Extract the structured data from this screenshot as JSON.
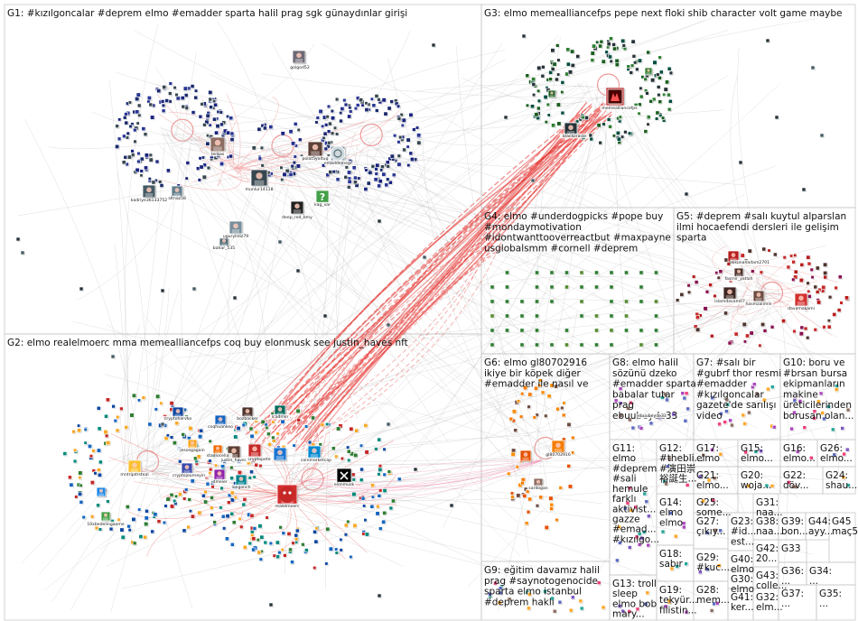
{
  "groups": [
    {
      "id": "G1",
      "lines": [
        "G1: #kızılgoncalar #deprem elmo #emadder sparta halil prag sgk günaydınlar girişi"
      ]
    },
    {
      "id": "G2",
      "lines": [
        "G2: elmo realelmoerc mma memealliancefps coq buy elonmusk see justin_haves nft"
      ]
    },
    {
      "id": "G3",
      "lines": [
        "G3: elmo memealliancefps pepe next floki shib character volt game maybe"
      ]
    },
    {
      "id": "G4",
      "lines": [
        "G4: elmo #underdogpicks #pope buy",
        "#mondaymotivation",
        "#idontwanttooverreactbut #maxpayne",
        "usglobalsmm #cornell #deprem"
      ]
    },
    {
      "id": "G5",
      "lines": [
        "G5: #deprem #salı kuytul alparslan",
        "ilmi hocaefendi dersleri ile gelişim",
        "sparta"
      ]
    },
    {
      "id": "G6",
      "lines": [
        "G6: elmo gl80702916",
        "ikiye bir köpek diğer",
        "#emadder ile nasıl ve"
      ]
    },
    {
      "id": "G7",
      "lines": [
        "G7: #salı bir",
        "#gubrf thor resmi",
        "#emadder",
        "#kızılgoncalar",
        "gazete'de sarılışı",
        "video"
      ]
    },
    {
      "id": "G8",
      "lines": [
        "G8: elmo halil",
        "sözünü dzeko",
        "#emadder sparta",
        "babalar tutar",
        "prag",
        "ebuubeyde33"
      ]
    },
    {
      "id": "G9",
      "lines": [
        "G9: eğitim davamız halil",
        "prag #saynotogenocide",
        "sparta elmo istanbul",
        "#deprem haklı"
      ]
    },
    {
      "id": "G10",
      "lines": [
        "G10: boru ve",
        "#brsan bursa",
        "ekipmanların",
        "makine",
        "üreticilerinden",
        "borusan olan..."
      ]
    },
    {
      "id": "G11",
      "lines": [
        "G11:",
        "elmo",
        "#deprem",
        "#sali",
        "hemule",
        "farklı",
        "aktivist...",
        "gazze",
        "#emad...",
        "#kızılgo..."
      ]
    },
    {
      "id": "G12",
      "lines": [
        "G12:",
        "#thebli...",
        "#演田崇",
        "裕誕生..."
      ]
    },
    {
      "id": "G13",
      "lines": [
        "G13: troll",
        "sleep",
        "elmo bob",
        "mary..."
      ]
    },
    {
      "id": "G14",
      "lines": [
        "G14:",
        "elmo",
        "elmo"
      ]
    },
    {
      "id": "G15",
      "lines": [
        "G15:",
        "elmo..."
      ]
    },
    {
      "id": "G16",
      "lines": [
        "G16:",
        "elmo..."
      ]
    },
    {
      "id": "G17",
      "lines": [
        "G17:",
        "elmo"
      ]
    },
    {
      "id": "G18",
      "lines": [
        "G18:",
        "sabır"
      ]
    },
    {
      "id": "G19",
      "lines": [
        "G19:",
        "tekyür...",
        "filistin..."
      ]
    },
    {
      "id": "G20",
      "lines": [
        "G20:",
        "woja..."
      ]
    },
    {
      "id": "G21",
      "lines": [
        "G21:",
        "elmo..."
      ]
    },
    {
      "id": "G22",
      "lines": [
        "G22:",
        "döv..."
      ]
    },
    {
      "id": "G23",
      "lines": [
        "G23:",
        "#id...",
        "est..."
      ]
    },
    {
      "id": "G24",
      "lines": [
        "G24:",
        "shau..."
      ]
    },
    {
      "id": "G25",
      "lines": [
        "G25:",
        "some..."
      ]
    },
    {
      "id": "G26",
      "lines": [
        "G26:",
        "elmo..."
      ]
    },
    {
      "id": "G27",
      "lines": [
        "G27:",
        "çıkıy..."
      ]
    },
    {
      "id": "G28",
      "lines": [
        "G28:",
        "mem..."
      ]
    },
    {
      "id": "G29",
      "lines": [
        "G29:",
        "#kuc..."
      ]
    },
    {
      "id": "G30",
      "lines": [
        "G30:",
        "elmo"
      ]
    },
    {
      "id": "G31",
      "lines": [
        "G31:",
        "naa..."
      ]
    },
    {
      "id": "G32",
      "lines": [
        "G32:",
        "elm..."
      ]
    },
    {
      "id": "G33",
      "lines": [
        "G33"
      ]
    },
    {
      "id": "G34",
      "lines": [
        "G34:",
        "..."
      ]
    },
    {
      "id": "G35",
      "lines": [
        "G35:",
        "..."
      ]
    },
    {
      "id": "G36",
      "lines": [
        "G36:",
        "..."
      ]
    },
    {
      "id": "G37",
      "lines": [
        "G37:",
        "..."
      ]
    },
    {
      "id": "G38",
      "lines": [
        "G38:",
        "naa..."
      ]
    },
    {
      "id": "G39",
      "lines": [
        "G39:",
        "bon..."
      ]
    },
    {
      "id": "G40",
      "lines": [
        "G40:",
        "elmo"
      ]
    },
    {
      "id": "G41",
      "lines": [
        "G41:",
        "ker..."
      ]
    },
    {
      "id": "G42",
      "lines": [
        "G42:",
        "20..."
      ]
    },
    {
      "id": "G43",
      "lines": [
        "G43:",
        "colle..."
      ]
    },
    {
      "id": "G44",
      "lines": [
        "G44:",
        "ayy..."
      ]
    },
    {
      "id": "G45",
      "lines": [
        "G45",
        "maç59..."
      ]
    }
  ],
  "node_labels": [
    {
      "group": "G1",
      "text": "golgod52"
    },
    {
      "group": "G1",
      "text": "terbas"
    },
    {
      "group": "G1",
      "text": "polat5yaltug"
    },
    {
      "group": "G1",
      "text": "emaddemegi"
    },
    {
      "group": "G1",
      "text": "altnaz58"
    },
    {
      "group": "G1",
      "text": "munlur14118"
    },
    {
      "group": "G1",
      "text": "kadriye36133752"
    },
    {
      "group": "G1",
      "text": "deep_red_bmy"
    },
    {
      "group": "G1",
      "text": "kag_var"
    },
    {
      "group": "G1",
      "text": "ugurylldiz79"
    },
    {
      "group": "G1",
      "text": "bahar_535"
    },
    {
      "group": "G3",
      "text": "memealliancefps"
    },
    {
      "group": "G3",
      "text": "blackoracle"
    },
    {
      "group": "G2",
      "text": "cryptoharvko"
    },
    {
      "group": "G2",
      "text": "coqhuankeo"
    },
    {
      "group": "G2",
      "text": "bozbacker"
    },
    {
      "group": "G2",
      "text": "lcadmin"
    },
    {
      "group": "G2",
      "text": "jessegagain"
    },
    {
      "group": "G2",
      "text": "stadiocelia"
    },
    {
      "group": "G2",
      "text": "justin_haves"
    },
    {
      "group": "G2",
      "text": "cryptopete"
    },
    {
      "group": "G2",
      "text": "coinmarketcap"
    },
    {
      "group": "G2",
      "text": "cryptojourneyin"
    },
    {
      "group": "G2",
      "text": "mntripdrsteal"
    },
    {
      "group": "G2",
      "text": "jdmeier"
    },
    {
      "group": "G2",
      "text": "longonch"
    },
    {
      "group": "G2",
      "text": "elonmusk"
    },
    {
      "group": "G2",
      "text": "realelmoerc"
    },
    {
      "group": "G2",
      "text": "10xbedelingaame"
    },
    {
      "group": "G5",
      "text": "akkunanadam2701"
    },
    {
      "group": "G5",
      "text": "fasmir_yatlah"
    },
    {
      "group": "G5",
      "text": "islamdavam07"
    },
    {
      "group": "G5",
      "text": "davamakami"
    },
    {
      "group": "G5",
      "text": "hasmzalimin"
    },
    {
      "group": "G6",
      "text": "gl80702916"
    },
    {
      "group": "G6",
      "text": "sardogan"
    },
    {
      "group": "G8",
      "text": "ebuubeyde33"
    }
  ],
  "colors": {
    "G1": "#1a2a6c",
    "G2": "#1565c0",
    "G3": "#1b5e20",
    "G4": "#2e7d32",
    "G5": "#b71c1c",
    "G6": "#e65100",
    "G7": "#6a1b9a",
    "G8": "#ef6c00",
    "G9": "#37474f",
    "G10": "#00838f",
    "edge_strong": "#e53935",
    "edge_weak": "#bdbdbd",
    "box_border": "#c8c8c8"
  },
  "icons": [
    "avatar-image-icon",
    "profile-picture-icon",
    "robot-logo-icon",
    "x-logo-icon",
    "question-mark-icon",
    "shield-logo-icon"
  ]
}
